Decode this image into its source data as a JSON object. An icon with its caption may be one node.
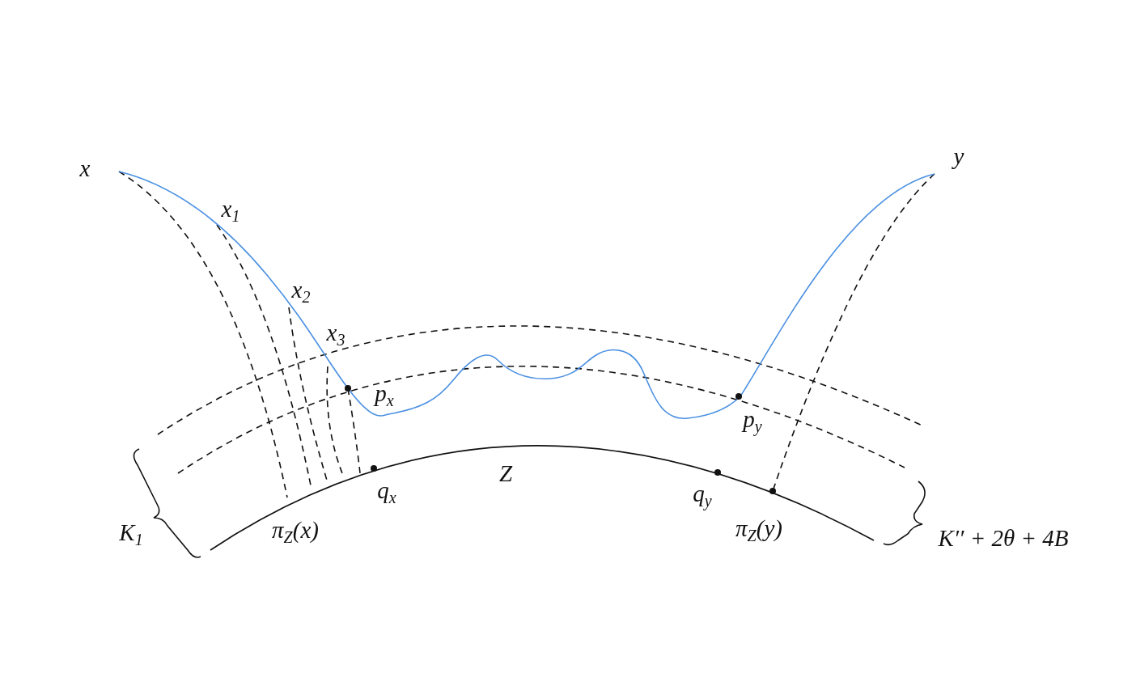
{
  "diagram": {
    "labels": [
      "x",
      "y",
      "x$_{1}$",
      "x$_{2}$",
      "x$_{3}$",
      "p$_{x}$",
      "p$_{y}$",
      "Z",
      "q$_{x}$",
      "q$_{y}$",
      "K$_{1}$",
      "π$_{Z}$(x)",
      "π$_{Z}$(y)",
      "K′′ + 2θ + 4B"
    ]
  }
}
